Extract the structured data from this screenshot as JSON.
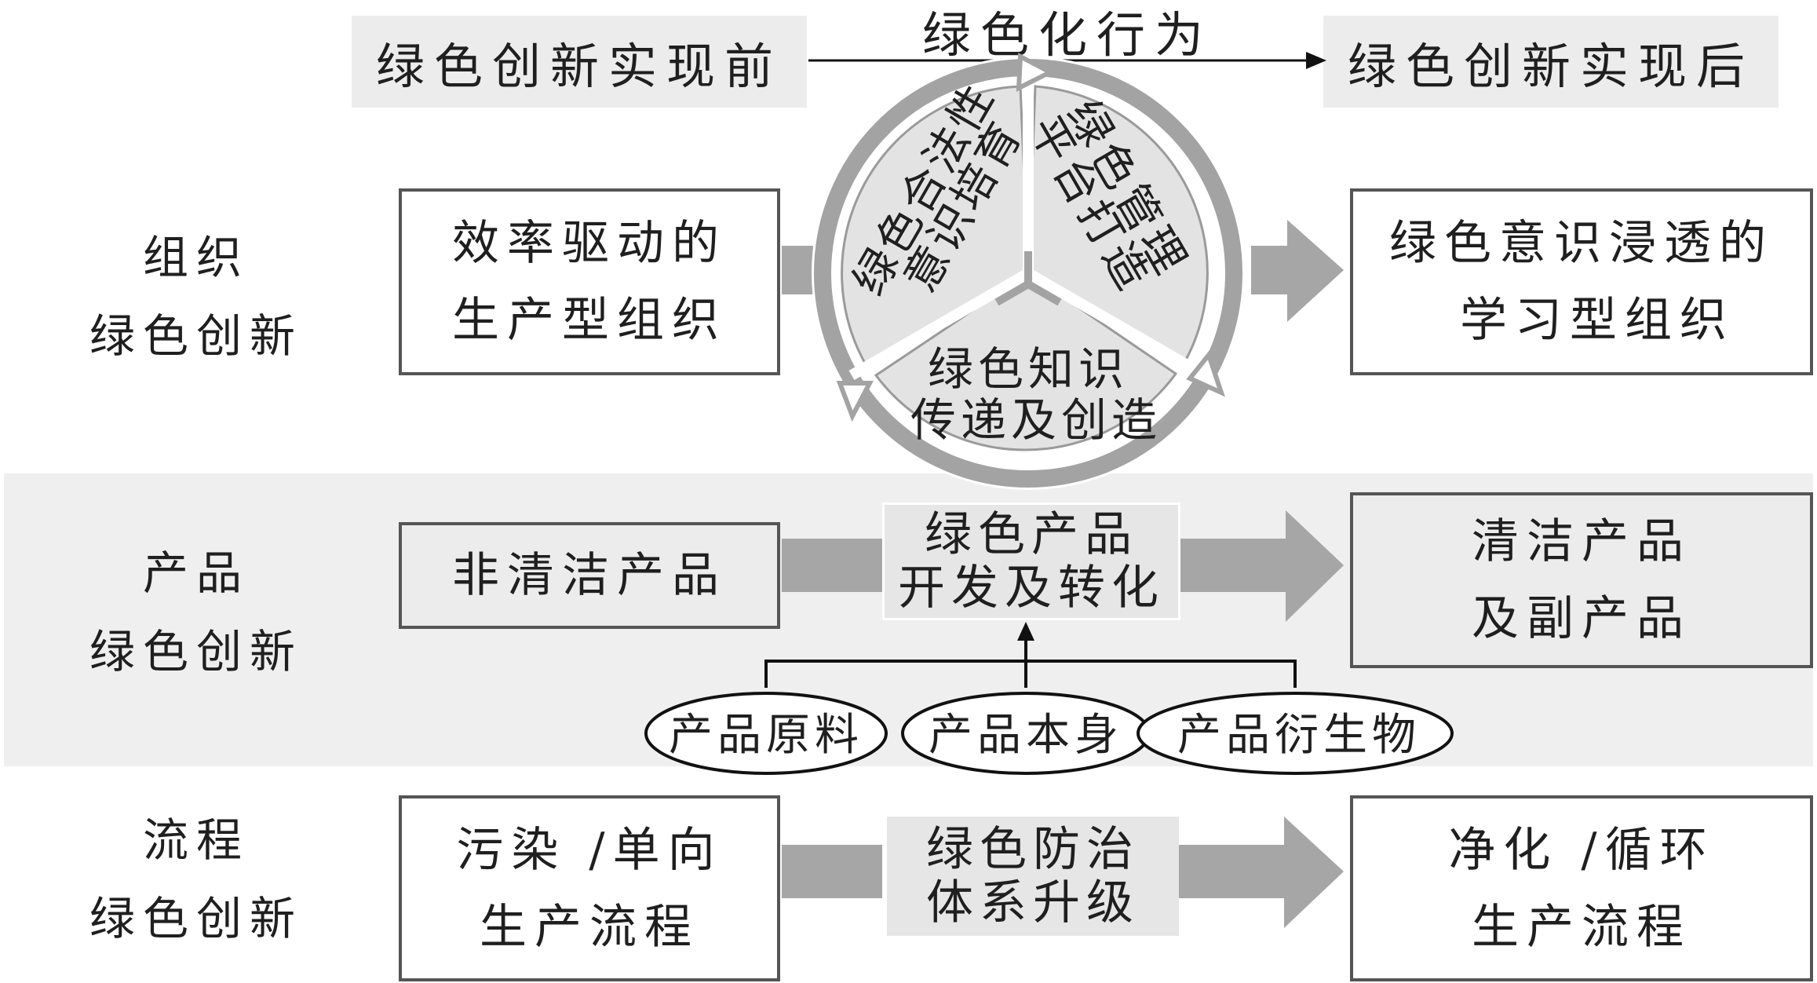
{
  "header": {
    "before": "绿色创新实现前",
    "behavior": "绿色化行为",
    "after": "绿色创新实现后"
  },
  "organization": {
    "row_label_1": "组织",
    "row_label_2": "绿色创新",
    "from_line1": "效率驱动的",
    "from_line2": "生产型组织",
    "cycle_left_1": "绿色合法性",
    "cycle_left_2": "意识培育",
    "cycle_right_1": "绿色管理",
    "cycle_right_2": "平台打造",
    "cycle_bottom_1": "绿色知识",
    "cycle_bottom_2": "传递及创造",
    "to_line1": "绿色意识浸透的",
    "to_line2": "学习型组织"
  },
  "product": {
    "row_label_1": "产品",
    "row_label_2": "绿色创新",
    "from": "非清洁产品",
    "mid_line1": "绿色产品",
    "mid_line2": "开发及转化",
    "to_line1": "清洁产品",
    "to_line2": "及副产品",
    "sources": [
      "产品原料",
      "产品本身",
      "产品衍生物"
    ]
  },
  "process": {
    "row_label_1": "流程",
    "row_label_2": "绿色创新",
    "from_line1": "污染 /单向",
    "from_line2": "生产流程",
    "mid_line1": "绿色防治",
    "mid_line2": "体系升级",
    "to_line1": "净化 /循环",
    "to_line2": "生产流程"
  },
  "colors": {
    "arrow_gray": "#a6a6a6",
    "band_gray": "#efefef",
    "box_border": "#555555"
  }
}
